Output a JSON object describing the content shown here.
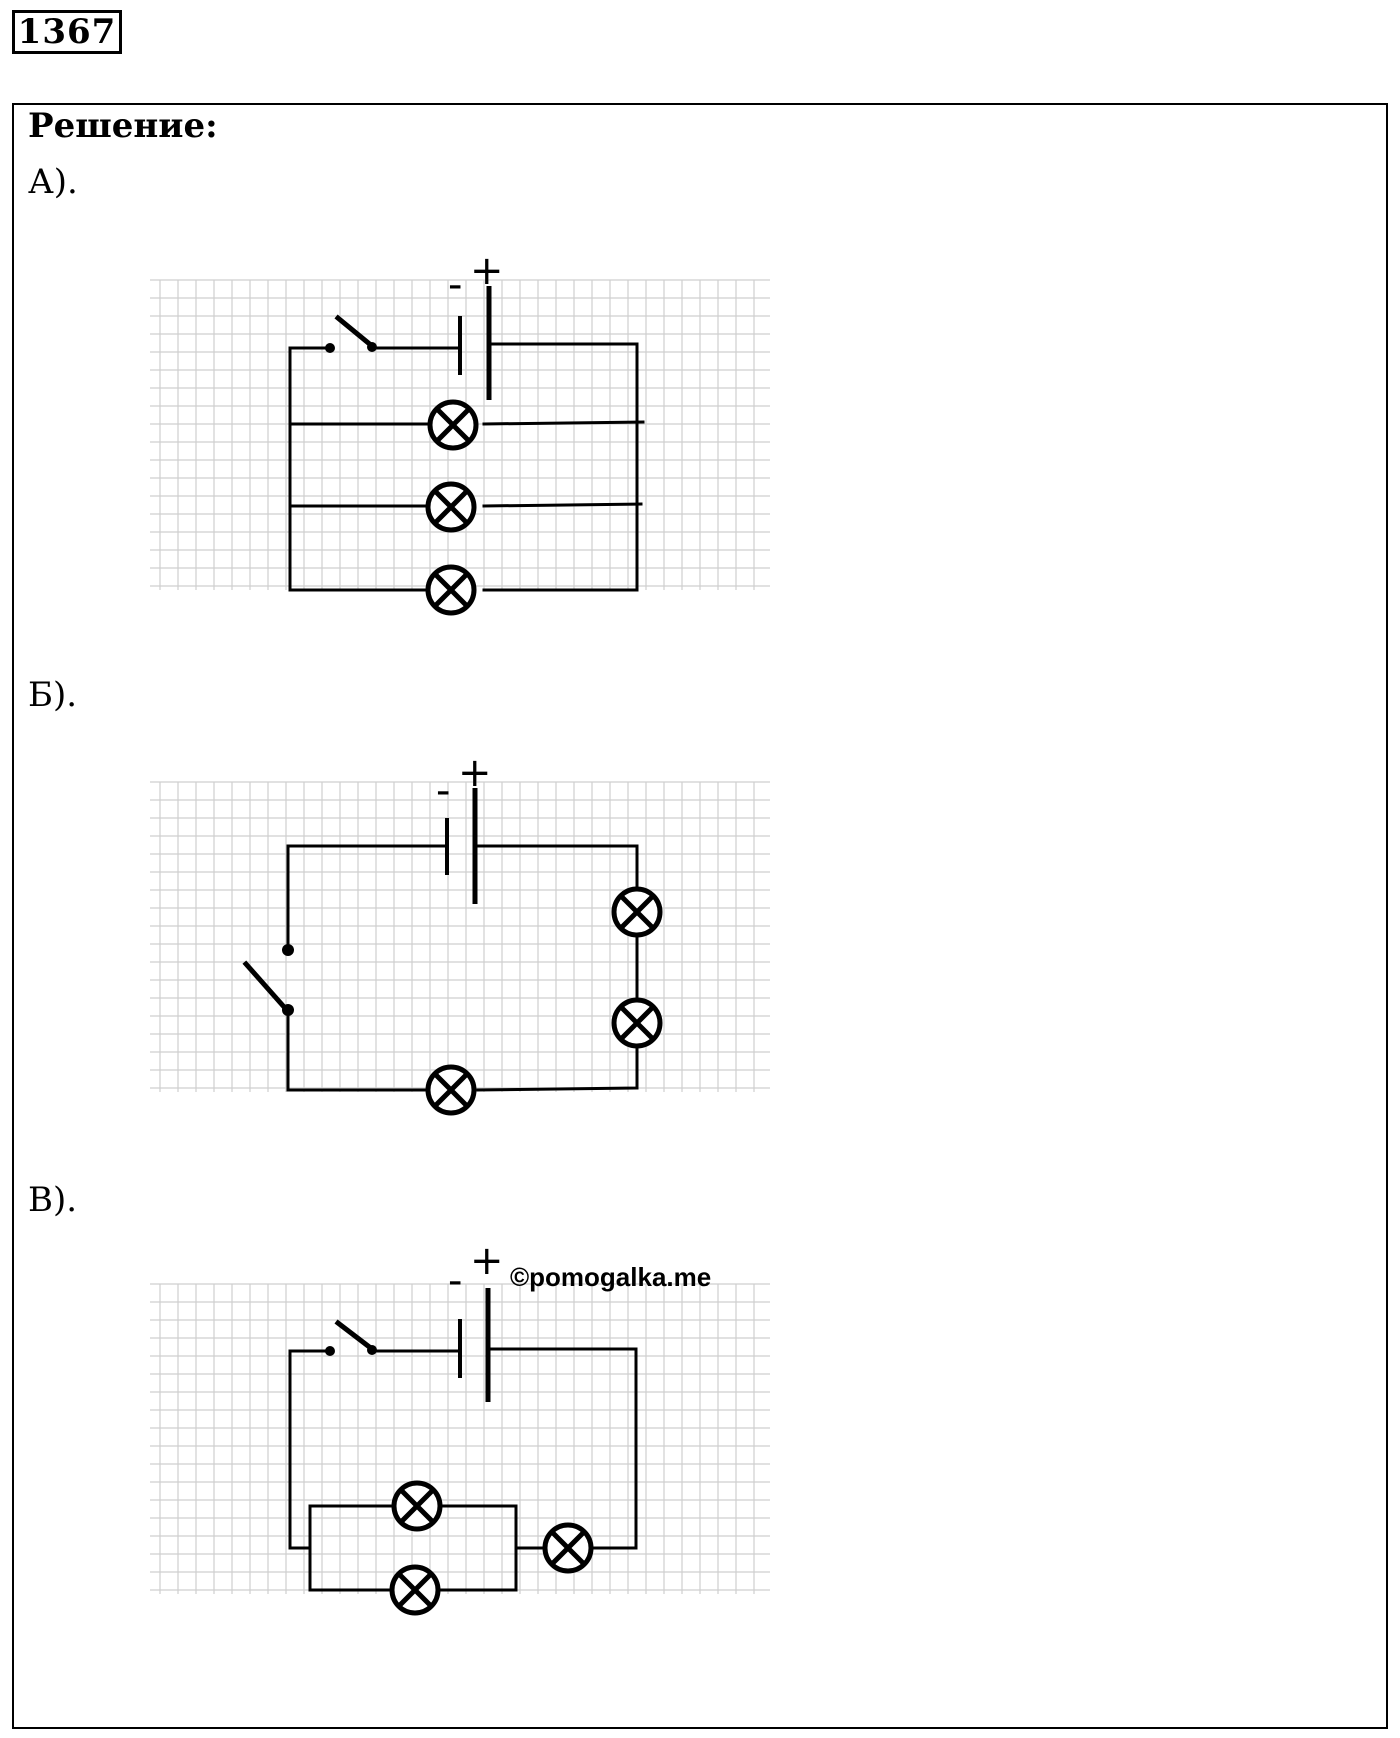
{
  "problem_number": "1367",
  "solution_heading": "Решение:",
  "parts": [
    {
      "label": "А)."
    },
    {
      "label": "Б)."
    },
    {
      "label": "В)."
    }
  ],
  "battery": {
    "minus": "-",
    "plus": "+"
  },
  "watermark": "©pomogalka.me"
}
